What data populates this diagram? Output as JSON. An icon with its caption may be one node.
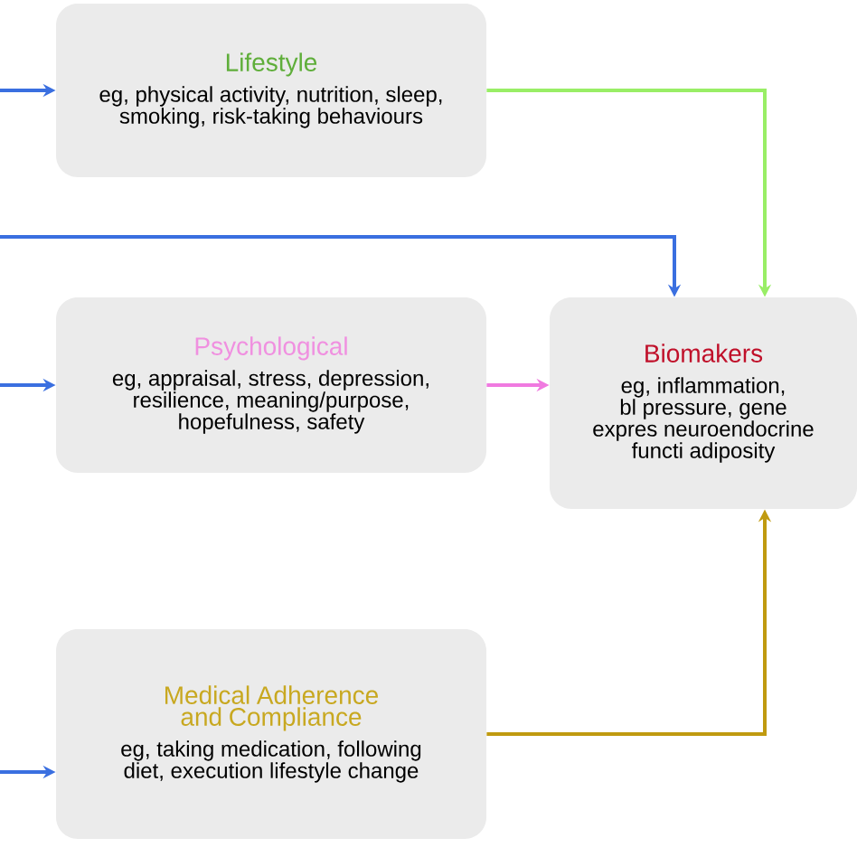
{
  "diagram": {
    "nodes": [
      {
        "text": [
          "Lifestyle",
          "eg, physical activity, nutrition, sleep, smoking, risk-taking behaviours"
        ]
      },
      {
        "text": [
          "Psychological",
          "eg, appraisal, stress, depression, resilience, meaning/purpose, hopefulness, safety"
        ]
      },
      {
        "text": [
          "Biomakers",
          "eg, inflammation, bl pressure, gene expres neuroendocrine functi adiposity"
        ]
      },
      {
        "text": [
          "Medical Adherence and Compliance",
          "eg, taking medication, following diet, execution lifestyle change"
        ]
      }
    ],
    "edges": [
      {
        "from": null,
        "to": 0,
        "arrow": "to"
      },
      {
        "from": null,
        "to": 2,
        "arrow": "to"
      },
      {
        "from": null,
        "to": 1,
        "arrow": "to"
      },
      {
        "from": null,
        "to": 3,
        "arrow": "to"
      },
      {
        "from": 0,
        "to": 2,
        "arrow": "to",
        "color": "#99ee66"
      },
      {
        "from": 1,
        "to": 2,
        "arrow": "to",
        "color": "#f07ae0"
      },
      {
        "from": 3,
        "to": 2,
        "arrow": "to",
        "color": "#c09a10"
      }
    ]
  }
}
